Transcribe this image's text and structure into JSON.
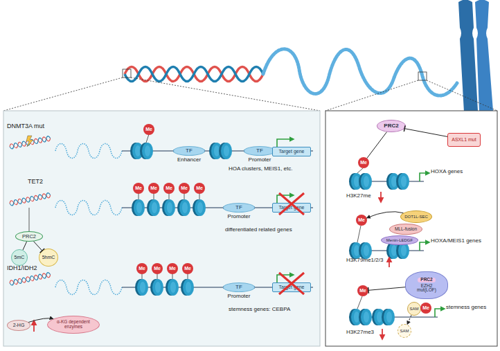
{
  "diagram": {
    "nodes": [
      {
        "text": [
          "Me"
        ]
      },
      {
        "text": [
          "TF"
        ]
      },
      {
        "text": [
          "TF"
        ]
      },
      {
        "text": [
          "Target gene"
        ]
      },
      {
        "text": [
          "Me"
        ]
      },
      {
        "text": [
          "Me"
        ]
      },
      {
        "text": [
          "Me"
        ]
      },
      {
        "text": [
          "Me"
        ]
      },
      {
        "text": [
          "Me"
        ]
      },
      {
        "text": [
          "TF"
        ]
      },
      {
        "text": [
          "Target gene"
        ]
      },
      {
        "text": [
          "PRC2"
        ]
      },
      {
        "text": [
          "5mC"
        ]
      },
      {
        "text": [
          "5hmC"
        ]
      },
      {
        "text": [
          "Me"
        ]
      },
      {
        "text": [
          "Me"
        ]
      },
      {
        "text": [
          "Me"
        ]
      },
      {
        "text": [
          "Me"
        ]
      },
      {
        "text": [
          "TF"
        ]
      },
      {
        "text": [
          "Target gene"
        ]
      },
      {
        "text": [
          "2-HG"
        ]
      },
      {
        "text": [
          "α-KG dependent enzymes"
        ]
      },
      {
        "text": [
          "PRC2"
        ]
      },
      {
        "text": [
          "ASXL1 mut"
        ]
      },
      {
        "text": [
          "Me"
        ]
      },
      {
        "text": [
          "DOT1L-SEC"
        ]
      },
      {
        "text": [
          "MLL-fusion"
        ]
      },
      {
        "text": [
          "Menin-LEDGF"
        ]
      },
      {
        "text": [
          "Me"
        ]
      },
      {
        "text": [
          "PRC2",
          "EZH2 mut(LOF)"
        ]
      },
      {
        "text": [
          "SAM"
        ]
      },
      {
        "text": [
          "Me"
        ]
      },
      {
        "text": [
          "SAM"
        ]
      },
      {
        "text": [
          "Me"
        ]
      }
    ],
    "edges": [
      {
        "from": 11,
        "to": 12,
        "arrow": "none"
      },
      {
        "from": 11,
        "to": 13,
        "arrow": "to"
      },
      {
        "from": 20,
        "to": 21,
        "arrow": "to"
      },
      {
        "from": 23,
        "to": 22,
        "arrow": "to"
      },
      {
        "from": 22,
        "to": 24,
        "arrow": "none"
      },
      {
        "from": 25,
        "to": 28,
        "arrow": "to"
      },
      {
        "from": 29,
        "to": 33,
        "arrow": "to"
      },
      {
        "from": 30,
        "to": 32,
        "arrow": "to"
      }
    ],
    "labels": [
      "DNMT3A mut",
      "Enhancer",
      "Promoter",
      "HOA clusters, MEIS1, etc.",
      "TET2",
      "Promoter",
      "differentiated related genes",
      "IDH1/IDH2",
      "Promoter",
      "stemness genes: CEBPA",
      "HOXA genes",
      "H3K27me",
      "HOXA/MEIS1 genes",
      "H3K79me1/2/3",
      "stemness genes",
      "H3K27me3"
    ]
  }
}
